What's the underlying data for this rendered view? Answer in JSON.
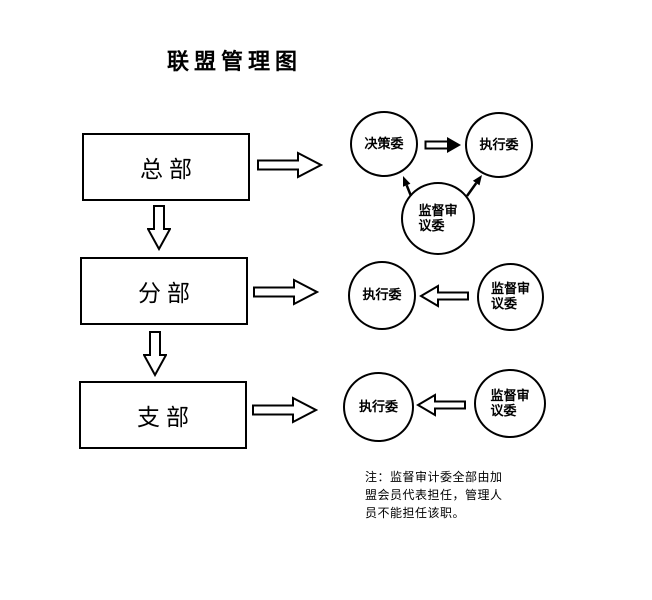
{
  "title": "联盟管理图",
  "colors": {
    "ink": "#000000",
    "paper": "#ffffff"
  },
  "levels": [
    {
      "id": "headquarters",
      "label": "总部"
    },
    {
      "id": "division",
      "label": "分部"
    },
    {
      "id": "branch",
      "label": "支部"
    }
  ],
  "rows": [
    {
      "circles": [
        {
          "id": "decision-committee",
          "lines": [
            "决策委"
          ]
        },
        {
          "id": "executive-committee",
          "lines": [
            "执行委"
          ]
        },
        {
          "id": "supervisory-review-committee",
          "lines": [
            "监督审",
            "议委"
          ]
        }
      ]
    },
    {
      "circles": [
        {
          "id": "executive-committee",
          "lines": [
            "执行委"
          ]
        },
        {
          "id": "supervisory-review-committee",
          "lines": [
            "监督审",
            "议委"
          ]
        }
      ]
    },
    {
      "circles": [
        {
          "id": "executive-committee",
          "lines": [
            "执行委"
          ]
        },
        {
          "id": "supervisory-review-committee",
          "lines": [
            "监督审",
            "议委"
          ]
        }
      ]
    }
  ],
  "note": {
    "lines": [
      "注：监督审计委全部由加",
      "盟会员代表担任，管理人",
      "员不能担任该职。"
    ]
  },
  "icons": {
    "flow-right-arrow": "hollow-right-block-arrow",
    "flow-down-arrow": "hollow-down-block-arrow",
    "flow-left-arrow": "hollow-left-block-arrow",
    "decision-to-executive-arrow": "solid-head-right-arrow",
    "supervisory-up-arrow": "thin-solid-up-arrow"
  }
}
